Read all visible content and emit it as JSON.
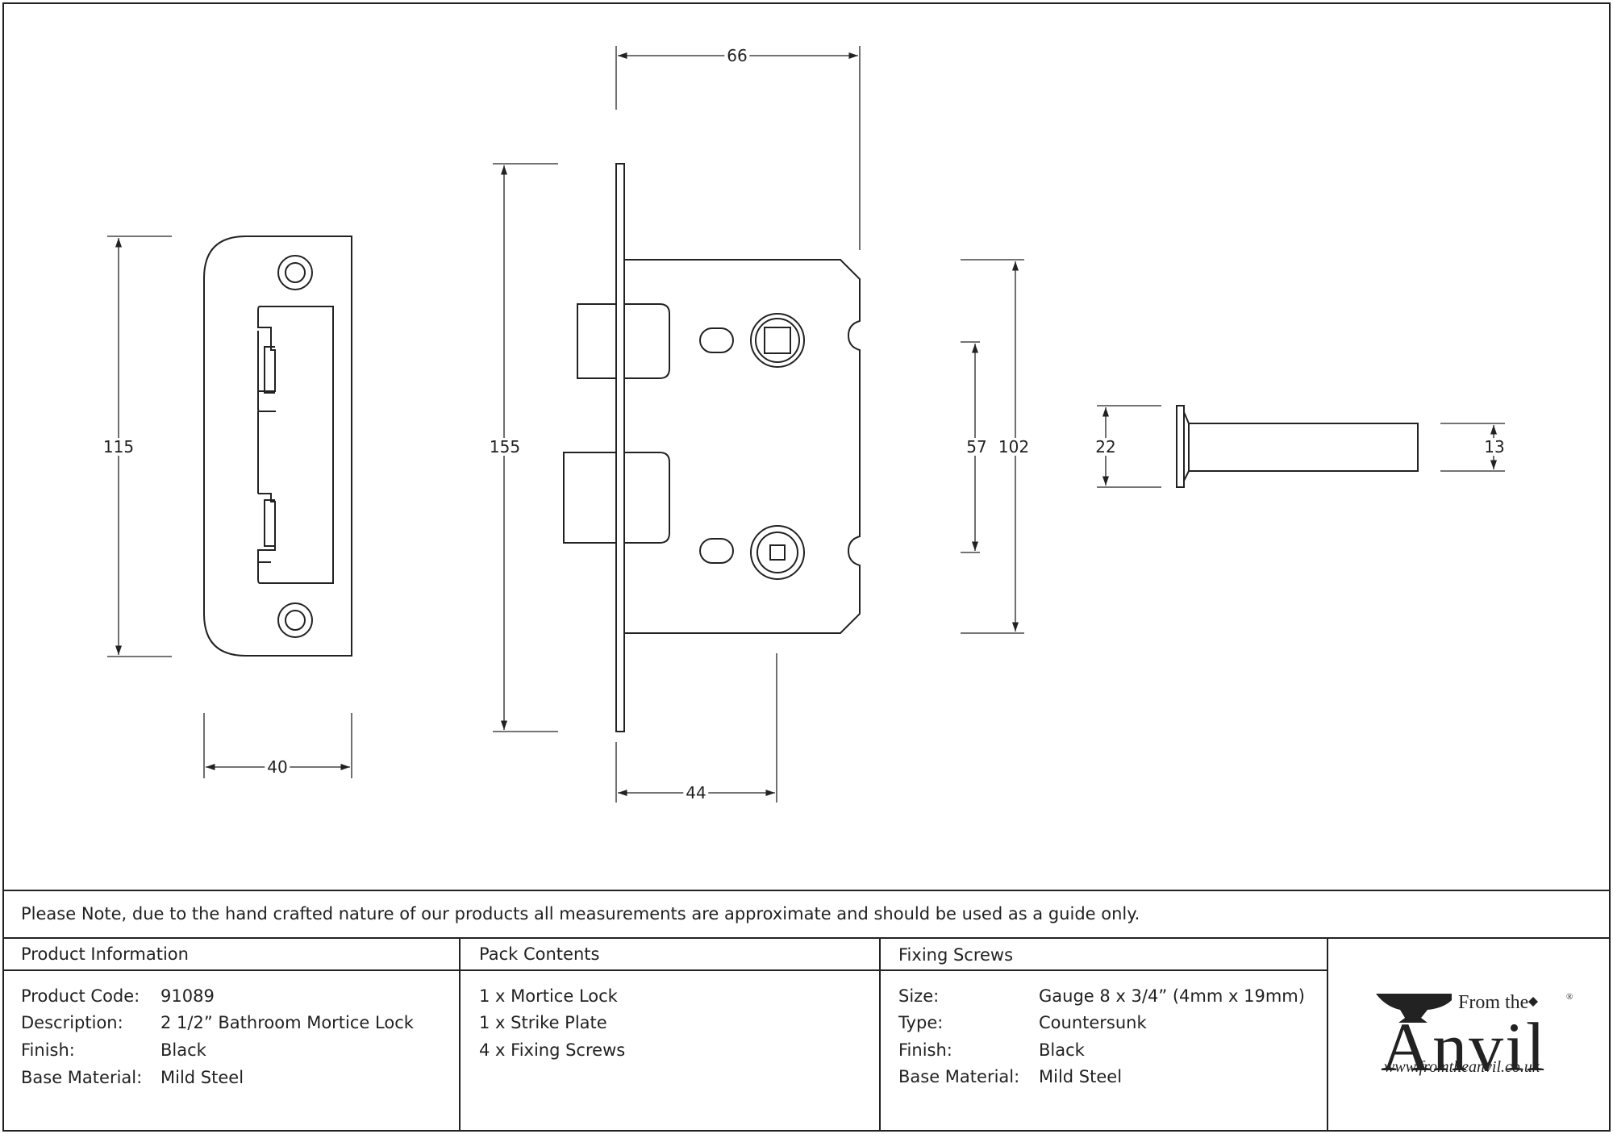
{
  "dimensions": {
    "strike_height": "115",
    "strike_width": "40",
    "forend_height": "155",
    "case_depth": "66",
    "backset": "44",
    "centres": "57",
    "case_height": "102",
    "screw_head": "22",
    "screw_shank": "13"
  },
  "note": "Please Note, due to the hand crafted nature of our products all measurements are approximate and should be used as a guide only.",
  "product_info": {
    "heading": "Product Information",
    "rows": [
      {
        "label": "Product Code:",
        "value": "91089"
      },
      {
        "label": "Description:",
        "value": "2 1/2” Bathroom Mortice Lock"
      },
      {
        "label": "Finish:",
        "value": "Black"
      },
      {
        "label": "Base Material:",
        "value": "Mild Steel"
      }
    ]
  },
  "pack_contents": {
    "heading": "Pack Contents",
    "items": [
      "1 x Mortice Lock",
      "1 x Strike Plate",
      "4 x Fixing Screws"
    ]
  },
  "fixing_screws": {
    "heading": "Fixing Screws",
    "rows": [
      {
        "label": "Size:",
        "value": "Gauge 8 x 3/4” (4mm x 19mm)"
      },
      {
        "label": "Type:",
        "value": "Countersunk"
      },
      {
        "label": "Finish:",
        "value": "Black"
      },
      {
        "label": "Base Material:",
        "value": "Mild Steel"
      }
    ]
  },
  "logo": {
    "from_the": "From the",
    "anvil": "Anvil",
    "registered": "®",
    "url": "www.fromtheanvil.co.uk"
  },
  "colors": {
    "line": "#222222",
    "background": "#ffffff"
  }
}
